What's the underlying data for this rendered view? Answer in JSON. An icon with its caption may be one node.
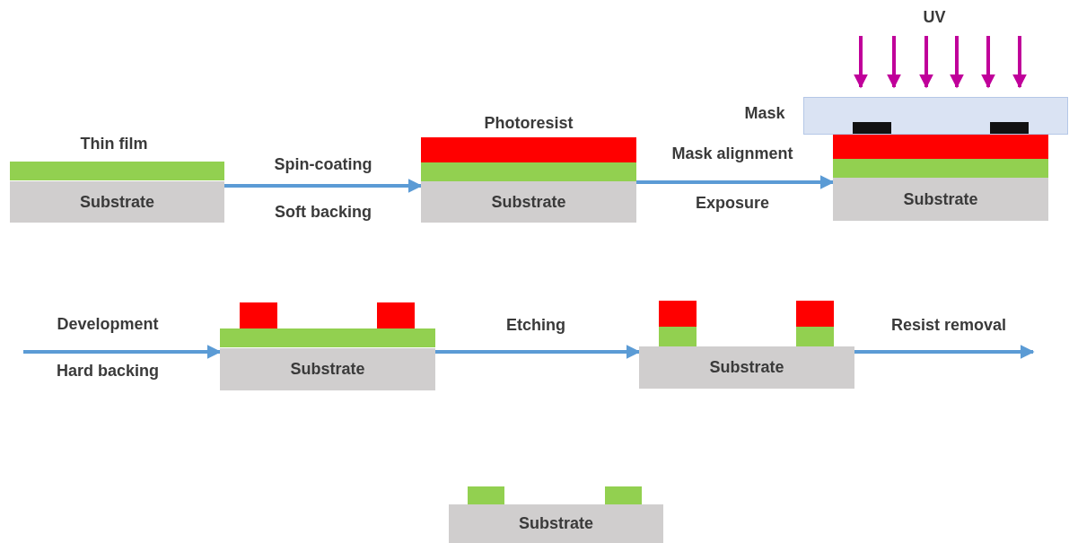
{
  "diagram": {
    "nodes": [
      {
        "text": [
          "Substrate"
        ]
      },
      {
        "text": [
          "Substrate"
        ]
      },
      {
        "text": [
          "Substrate"
        ]
      },
      {
        "text": [
          "Substrate"
        ]
      },
      {
        "text": [
          "Substrate"
        ]
      },
      {
        "text": [
          "Substrate"
        ]
      }
    ],
    "edges": [
      {
        "from": 0,
        "to": 1,
        "arrow": "to",
        "label": "Spin-coating"
      },
      {
        "from": 1,
        "to": 2,
        "arrow": "to",
        "label": "Mask alignment"
      },
      {
        "from": null,
        "to": 3,
        "arrow": "to",
        "label": "Development"
      },
      {
        "from": 3,
        "to": 4,
        "arrow": "to",
        "label": "Etching"
      },
      {
        "from": 4,
        "to": null,
        "arrow": "to",
        "label": "Resist removal"
      }
    ],
    "labels": [
      "UV",
      "Mask",
      "Thin film",
      "Photoresist",
      "Soft backing",
      "Exposure",
      "Hard backing"
    ]
  }
}
